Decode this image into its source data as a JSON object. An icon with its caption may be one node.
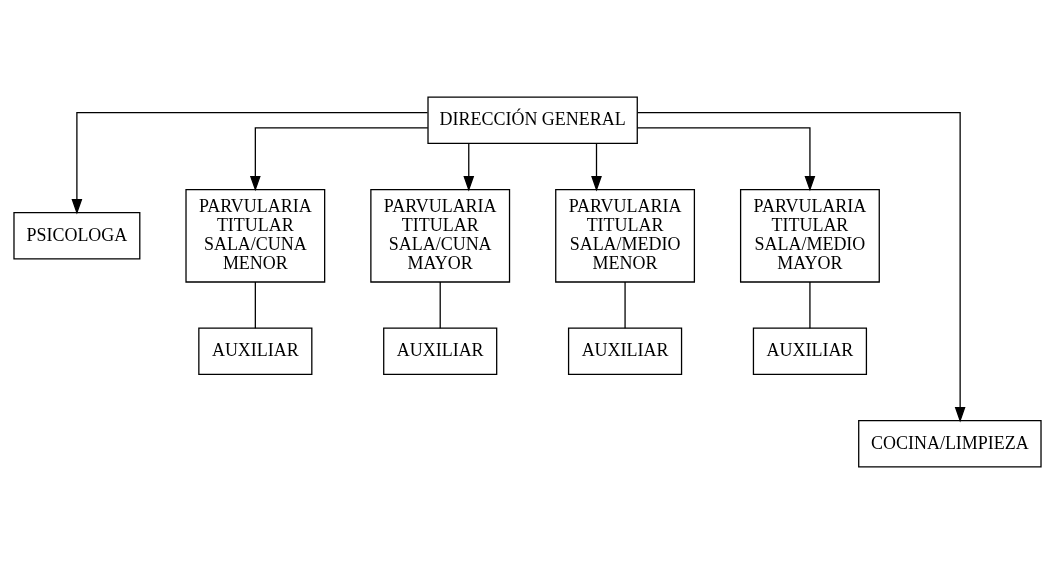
{
  "diagram": {
    "nodes": [
      {
        "text": [
          "DIRECCIÓN GENERAL"
        ]
      },
      {
        "text": [
          "PSICOLOGA"
        ]
      },
      {
        "text": [
          "PARVULARIA TITULAR SALA/CUNA MENOR"
        ]
      },
      {
        "text": [
          "PARVULARIA TITULAR SALA/CUNA MAYOR"
        ]
      },
      {
        "text": [
          "PARVULARIA TITULAR SALA/MEDIO MENOR"
        ]
      },
      {
        "text": [
          "PARVULARIA TITULAR SALA/MEDIO MAYOR"
        ]
      },
      {
        "text": [
          "AUXILIAR"
        ]
      },
      {
        "text": [
          "AUXILIAR"
        ]
      },
      {
        "text": [
          "AUXILIAR"
        ]
      },
      {
        "text": [
          "AUXILIAR"
        ]
      },
      {
        "text": [
          "COCINA/LIMPIEZA"
        ]
      }
    ],
    "edges": [
      {
        "from": 0,
        "to": 1,
        "arrow": "to"
      },
      {
        "from": 0,
        "to": 2,
        "arrow": "to"
      },
      {
        "from": 0,
        "to": 10,
        "arrow": "to"
      },
      {
        "from": 0,
        "to": 3,
        "arrow": "to"
      },
      {
        "from": 0,
        "to": 4,
        "arrow": "to"
      },
      {
        "from": 0,
        "to": 5,
        "arrow": "to"
      },
      {
        "from": 2,
        "to": 6,
        "arrow": "none"
      },
      {
        "from": 3,
        "to": 7,
        "arrow": "none"
      },
      {
        "from": 4,
        "to": 8,
        "arrow": "none"
      },
      {
        "from": 5,
        "to": 9,
        "arrow": "none"
      }
    ]
  }
}
